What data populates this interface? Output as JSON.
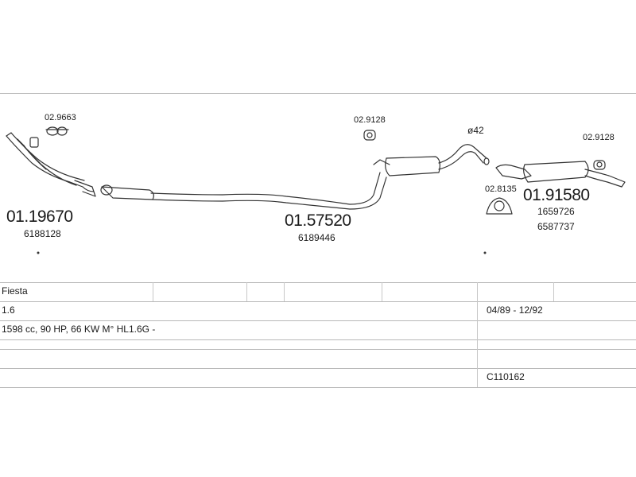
{
  "parts": {
    "front_pipe": {
      "number": "01.19670",
      "oe": "6188128"
    },
    "front_clamp": {
      "number": "02.9663"
    },
    "middle_pipe": {
      "number": "01.57520",
      "oe": "6189446"
    },
    "mid_mount": {
      "number": "02.9128"
    },
    "rear_muffler": {
      "number": "01.91580",
      "oe1": "1659726",
      "oe2": "6587737"
    },
    "rear_mount": {
      "number": "02.9128"
    },
    "rear_ring": {
      "number": "02.8135"
    },
    "diameter": "ø42"
  },
  "table": {
    "model": "Fiesta",
    "engine": "1.6",
    "details": "1598 cc, 90 HP, 66 KW  M° HL1.6G -",
    "years": "04/89 - 12/92",
    "code": "C110162"
  }
}
